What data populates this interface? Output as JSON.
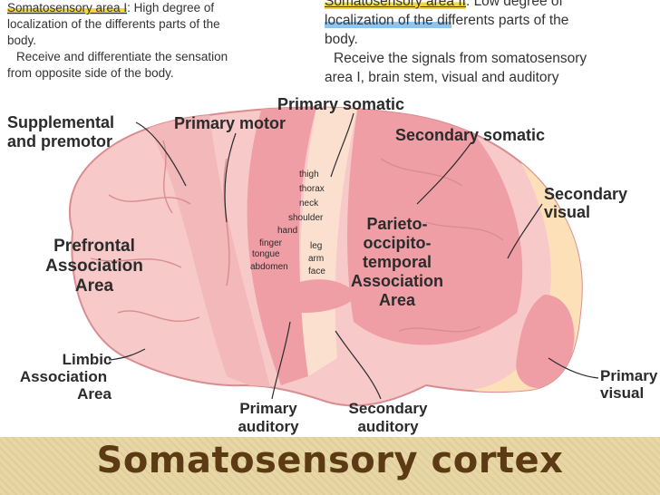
{
  "left_text": {
    "line1_label": "Somatosensory area I",
    "line1_rest": ":   High degree of",
    "line2": "localization of the differents parts of the",
    "line3": "body.",
    "line4": "Receive and differentiate the sensation",
    "line5": "from opposite side of the body."
  },
  "right_text": {
    "line1_label": "Somatosensory area II",
    "line1_rest": ":  Low degree of",
    "line2_highlight": "localization of the dif",
    "line2_rest": "ferents parts of the",
    "line3": "body.",
    "line4": "Receive the signals from somatosensory",
    "line5": "area I, brain stem, visual and auditory"
  },
  "diagram": {
    "labels": {
      "supplemental": [
        "Supplemental",
        "and premotor"
      ],
      "primary_motor": "Primary motor",
      "primary_somatic": "Primary somatic",
      "secondary_somatic": "Secondary somatic",
      "secondary_visual": [
        "Secondary",
        "visual"
      ],
      "prefrontal": [
        "Prefrontal",
        "Association",
        "Area"
      ],
      "parieto": [
        "Parieto-",
        "occipito-",
        "temporal",
        "Association",
        "Area"
      ],
      "limbic": [
        "Limbic",
        "Association",
        "Area"
      ],
      "primary_auditory": [
        "Primary",
        "auditory"
      ],
      "secondary_auditory": [
        "Secondary",
        "auditory"
      ],
      "primary_visual": [
        "Primary",
        "visual"
      ]
    },
    "body_map": [
      "thigh",
      "thorax",
      "neck",
      "shoulder",
      "hand",
      "finger",
      "tongue",
      "abdomen",
      "leg",
      "arm",
      "face"
    ]
  },
  "footer": {
    "title": "Somatosensory cortex"
  },
  "colors": {
    "brain_base": "#f7c9c9",
    "brain_dark": "#e89a9c",
    "motor": "#ef9ea6",
    "somatic_light": "#fbe0cf",
    "visual_assoc": "#fbe0b8",
    "footer_bg": "#e8d7a6",
    "title_color": "#5b3a14"
  }
}
